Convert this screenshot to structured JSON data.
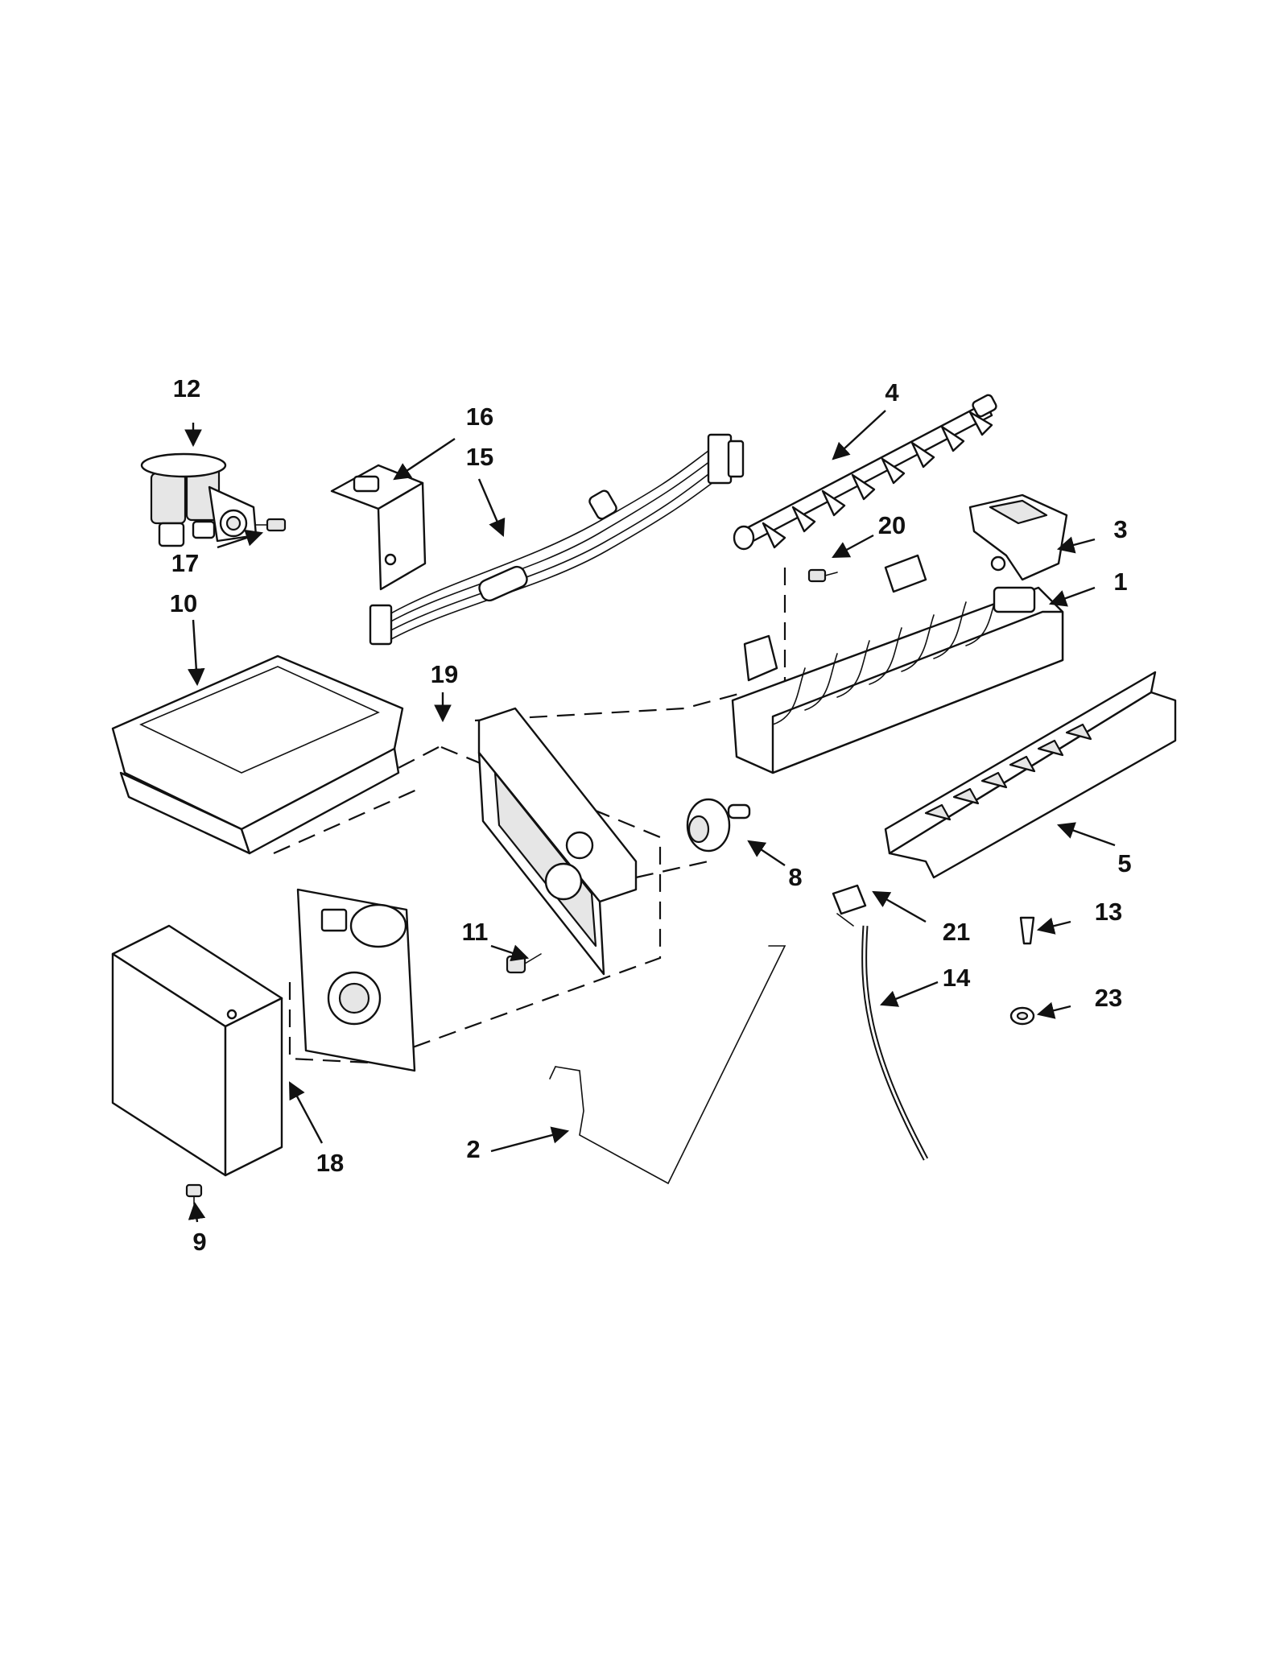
{
  "diagram": {
    "callouts": {
      "c1": "1",
      "c2": "2",
      "c3": "3",
      "c4": "4",
      "c5": "5",
      "c8": "8",
      "c9": "9",
      "c10": "10",
      "c11": "11",
      "c12": "12",
      "c13": "13",
      "c14": "14",
      "c15": "15",
      "c16": "16",
      "c17": "17",
      "c18": "18",
      "c19": "19",
      "c20": "20",
      "c21": "21",
      "c23": "23"
    },
    "colors": {
      "line": "#111111",
      "shade": "#e6e6e6",
      "background": "#ffffff"
    }
  }
}
